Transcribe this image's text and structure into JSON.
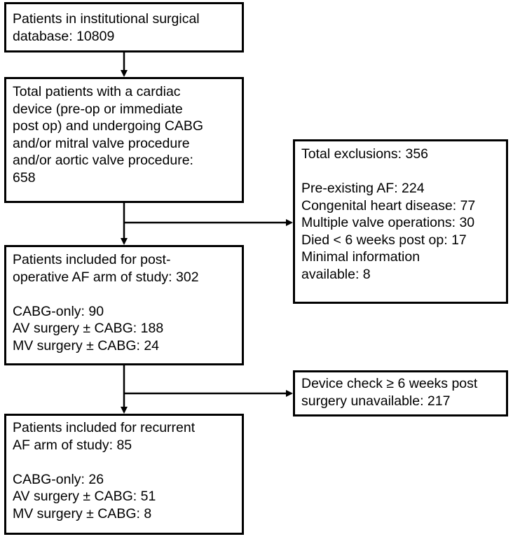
{
  "boxes": {
    "database": {
      "lines": [
        "Patients in institutional surgical",
        "database: 10809"
      ]
    },
    "cardiac_device": {
      "lines": [
        "Total patients with a cardiac",
        "device (pre-op or immediate",
        "post op) and undergoing CABG",
        "and/or mitral valve procedure",
        "and/or aortic valve procedure:",
        "658"
      ]
    },
    "exclusions": {
      "title": "Total exclusions: 356",
      "lines": [
        "Pre-existing AF: 224",
        "Congenital heart disease: 77",
        "Multiple valve operations: 30",
        "Died < 6 weeks post op: 17",
        "Minimal information",
        "available: 8"
      ]
    },
    "postop_af": {
      "lines": [
        "Patients included for post-",
        "operative AF arm of study: 302"
      ],
      "breakdown": [
        "CABG-only: 90",
        "AV surgery ± CABG: 188",
        "MV surgery ± CABG: 24"
      ]
    },
    "device_check": {
      "lines": [
        "Device check ≥ 6 weeks post",
        "surgery unavailable: 217"
      ]
    },
    "recurrent_af": {
      "lines": [
        "Patients included for recurrent",
        "AF arm of study: 85"
      ],
      "breakdown": [
        "CABG-only: 26",
        "AV surgery ± CABG: 51",
        "MV surgery ± CABG: 8"
      ]
    }
  }
}
